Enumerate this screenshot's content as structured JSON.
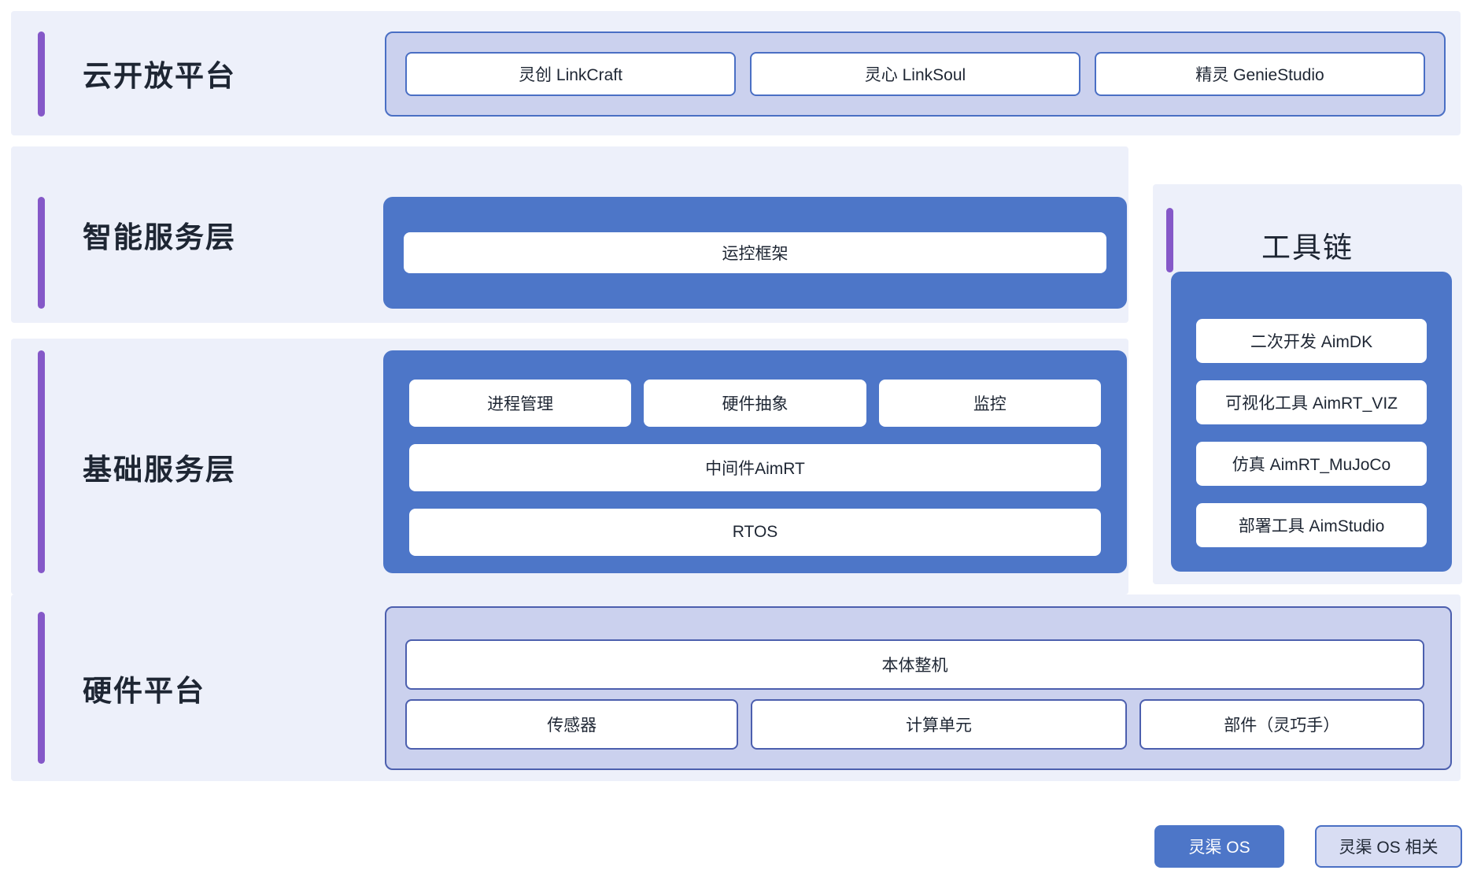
{
  "diagram": {
    "cloud": {
      "title": "云开放平台",
      "items": [
        "灵创 LinkCraft",
        "灵心 LinkSoul",
        "精灵 GenieStudio"
      ]
    },
    "intelligent": {
      "title": "智能服务层",
      "framework": "运控框架"
    },
    "basic": {
      "title": "基础服务层",
      "process": "进程管理",
      "hal": "硬件抽象",
      "monitor": "监控",
      "middleware": "中间件AimRT",
      "rtos": "RTOS"
    },
    "toolchain": {
      "title": "工具链",
      "items": [
        "二次开发 AimDK",
        "可视化工具 AimRT_VIZ",
        "仿真 AimRT_MuJoCo",
        "部署工具 AimStudio"
      ]
    },
    "hardware": {
      "title": "硬件平台",
      "machine": "本体整机",
      "sensor": "传感器",
      "compute": "计算单元",
      "parts": "部件（灵巧手）"
    },
    "legend": {
      "os": "灵渠 OS",
      "related": "灵渠 OS 相关"
    }
  },
  "colors": {
    "blue": "#4d76c8",
    "lavender": "#cbd1ee",
    "purple_accent": "#8558c8",
    "row_background": "#edf0fa",
    "blue_border": "#4a6fc4",
    "indigo_border": "#4c5fae",
    "legend_light": "#d8ddf3"
  }
}
